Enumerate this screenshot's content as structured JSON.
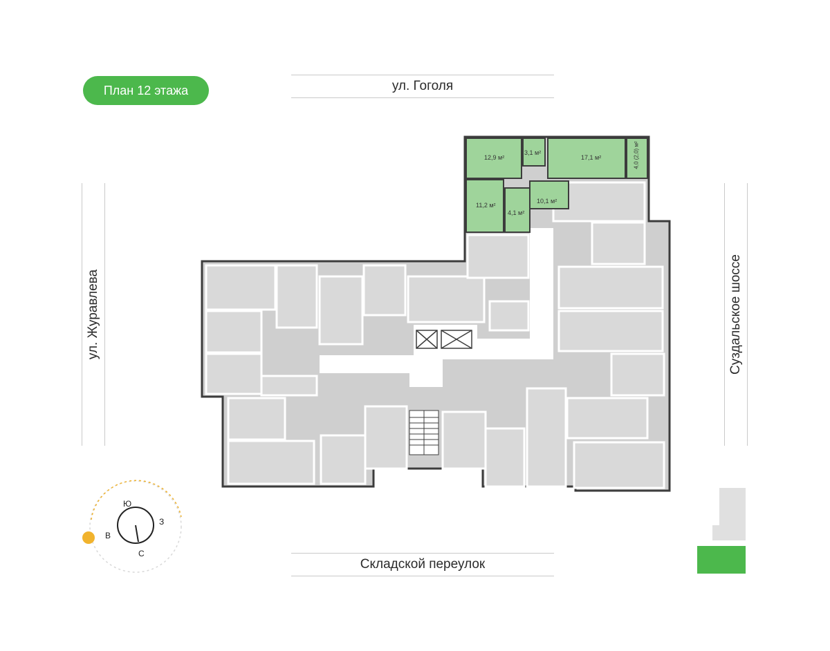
{
  "badge": {
    "label": "План 12 этажа",
    "color": "#4cb84c"
  },
  "streets": {
    "top": "ул. Гоголя",
    "bottom": "Складской переулок",
    "left": "ул. Журавлева",
    "right": "Суздальское шоссе"
  },
  "apartment": {
    "color": "#9fd49b",
    "rooms": [
      "12,9 м²",
      "3,1 м²",
      "17,1 м²",
      "4,0 (2,0) м²",
      "11,2 м²",
      "4,1 м²",
      "10,1 м²"
    ]
  },
  "compass": {
    "north": "Ю",
    "west": "В",
    "east": "З",
    "south": "С",
    "sun_color": "#f1b32d"
  },
  "colors": {
    "room": "#d9d9d9",
    "wall": "#3c3c3c",
    "accent": "#4cb84c"
  }
}
